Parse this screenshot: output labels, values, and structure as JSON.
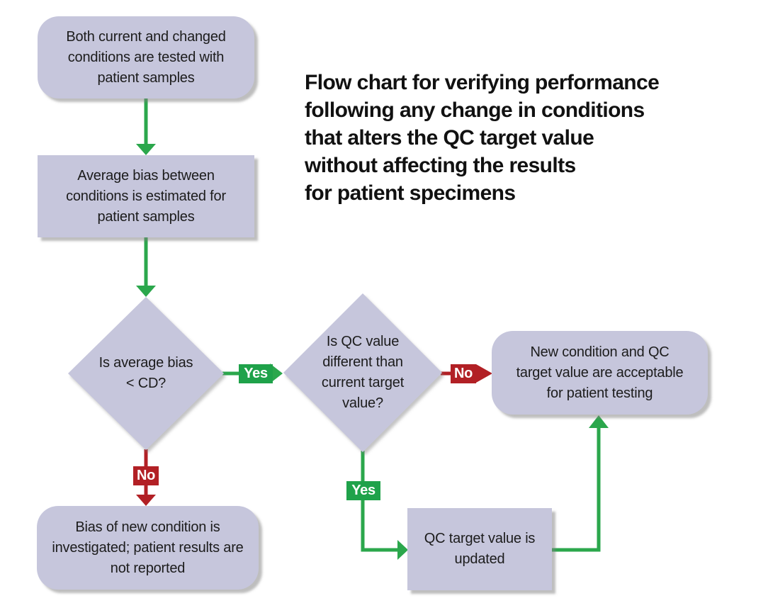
{
  "title": {
    "text": "Flow chart for verifying performance\nfollowing any change in conditions\nthat alters the QC target value\nwithout affecting the results\nfor patient specimens"
  },
  "colors": {
    "node_fill": "#c6c6dc",
    "yes_green": "#1fa24a",
    "line_green": "#2ba74c",
    "no_red": "#b22025",
    "text": "#1c1c1c",
    "background": "#ffffff"
  },
  "nodes": {
    "tested": {
      "text": "Both current and changed\nconditions are tested with\npatient samples",
      "shape": "rounded-rectangle"
    },
    "bias_estimated": {
      "text": "Average bias between\nconditions is estimated for\npatient samples",
      "shape": "rectangle"
    },
    "avg_bias_decision": {
      "text": "Is average bias\n< CD?",
      "shape": "diamond"
    },
    "qc_value_decision": {
      "text": "Is QC value\ndifferent than\ncurrent target\nvalue?",
      "shape": "diamond"
    },
    "acceptable": {
      "text": "New condition and QC\ntarget value are acceptable\nfor patient testing",
      "shape": "rounded-rectangle"
    },
    "updated": {
      "text": "QC target value is\nupdated",
      "shape": "rectangle"
    },
    "investigated": {
      "text": "Bias of new condition is\ninvestigated; patient results are\nnot reported",
      "shape": "rounded-rectangle"
    }
  },
  "edges": {
    "avg_bias_yes": {
      "label": "Yes",
      "color": "green"
    },
    "avg_bias_no": {
      "label": "No",
      "color": "red"
    },
    "qc_value_yes": {
      "label": "Yes",
      "color": "green"
    },
    "qc_value_no": {
      "label": "No",
      "color": "red"
    }
  }
}
